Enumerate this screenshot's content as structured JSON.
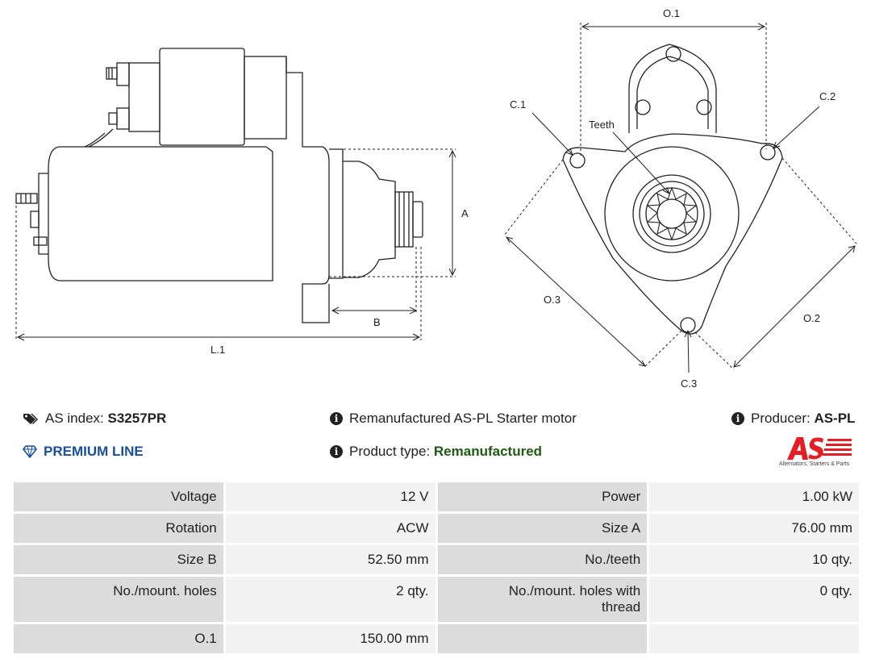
{
  "drawing": {
    "labels": {
      "length": "L.1",
      "size_a": "A",
      "size_b": "B",
      "o1": "O.1",
      "o2": "O.2",
      "o3": "O.3",
      "c1": "C.1",
      "c2": "C.2",
      "c3": "C.3",
      "teeth": "Teeth"
    }
  },
  "info": {
    "as_index_label": "AS index:",
    "as_index_value": "S3257PR",
    "premium": "PREMIUM LINE",
    "description": "Remanufactured AS-PL Starter motor",
    "product_type_label": "Product type:",
    "product_type_value": "Remanufactured",
    "producer_label": "Producer:",
    "producer_value": "AS-PL"
  },
  "logo": {
    "text": "AS",
    "tagline": "Alternators, Starters & Parts",
    "color": "#e31e24"
  },
  "specs": [
    {
      "k1": "Voltage",
      "v1": "12 V",
      "k2": "Power",
      "v2": "1.00 kW"
    },
    {
      "k1": "Rotation",
      "v1": "ACW",
      "k2": "Size A",
      "v2": "76.00 mm"
    },
    {
      "k1": "Size B",
      "v1": "52.50 mm",
      "k2": "No./teeth",
      "v2": "10 qty."
    },
    {
      "k1": "No./mount. holes",
      "v1": "2 qty.",
      "k2": "No./mount. holes with thread",
      "v2": "0 qty."
    },
    {
      "k1": "O.1",
      "v1": "150.00 mm",
      "k2": "",
      "v2": ""
    }
  ]
}
